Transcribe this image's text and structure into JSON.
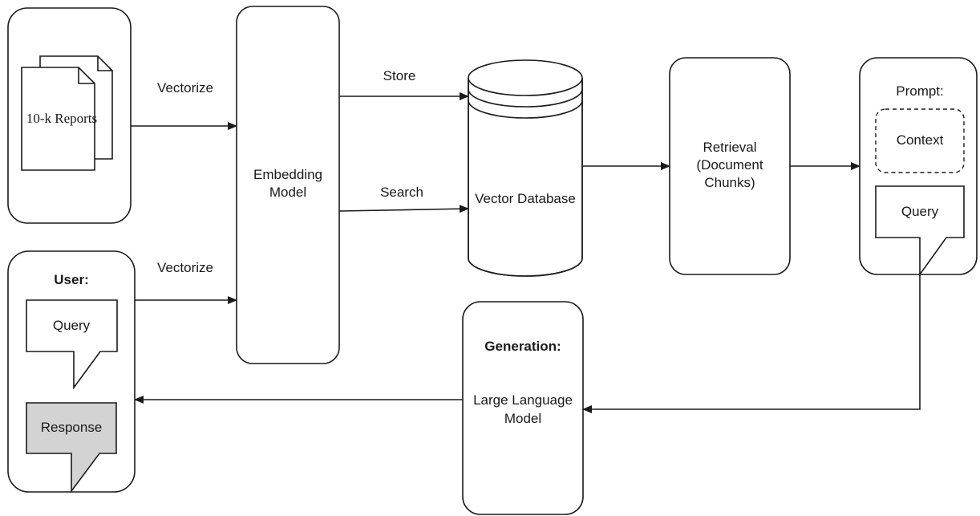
{
  "colors": {
    "stroke": "#1a1a1a",
    "background": "#ffffff",
    "response_fill": "#d3d3d3"
  },
  "documents": {
    "label": "10-k Reports"
  },
  "edges": {
    "vectorize_top": "Vectorize",
    "vectorize_bottom": "Vectorize",
    "store": "Store",
    "search": "Search"
  },
  "embedding_model": {
    "line1": "Embedding",
    "line2": "Model"
  },
  "vector_database": {
    "label": "Vector Database"
  },
  "retrieval": {
    "line1": "Retrieval",
    "line2": "(Document",
    "line3": "Chunks)"
  },
  "prompt": {
    "title": "Prompt:",
    "context": "Context",
    "query": "Query"
  },
  "user": {
    "title": "User:",
    "query": "Query",
    "response": "Response"
  },
  "generation": {
    "title": "Generation:",
    "line1": "Large Language",
    "line2": "Model"
  }
}
